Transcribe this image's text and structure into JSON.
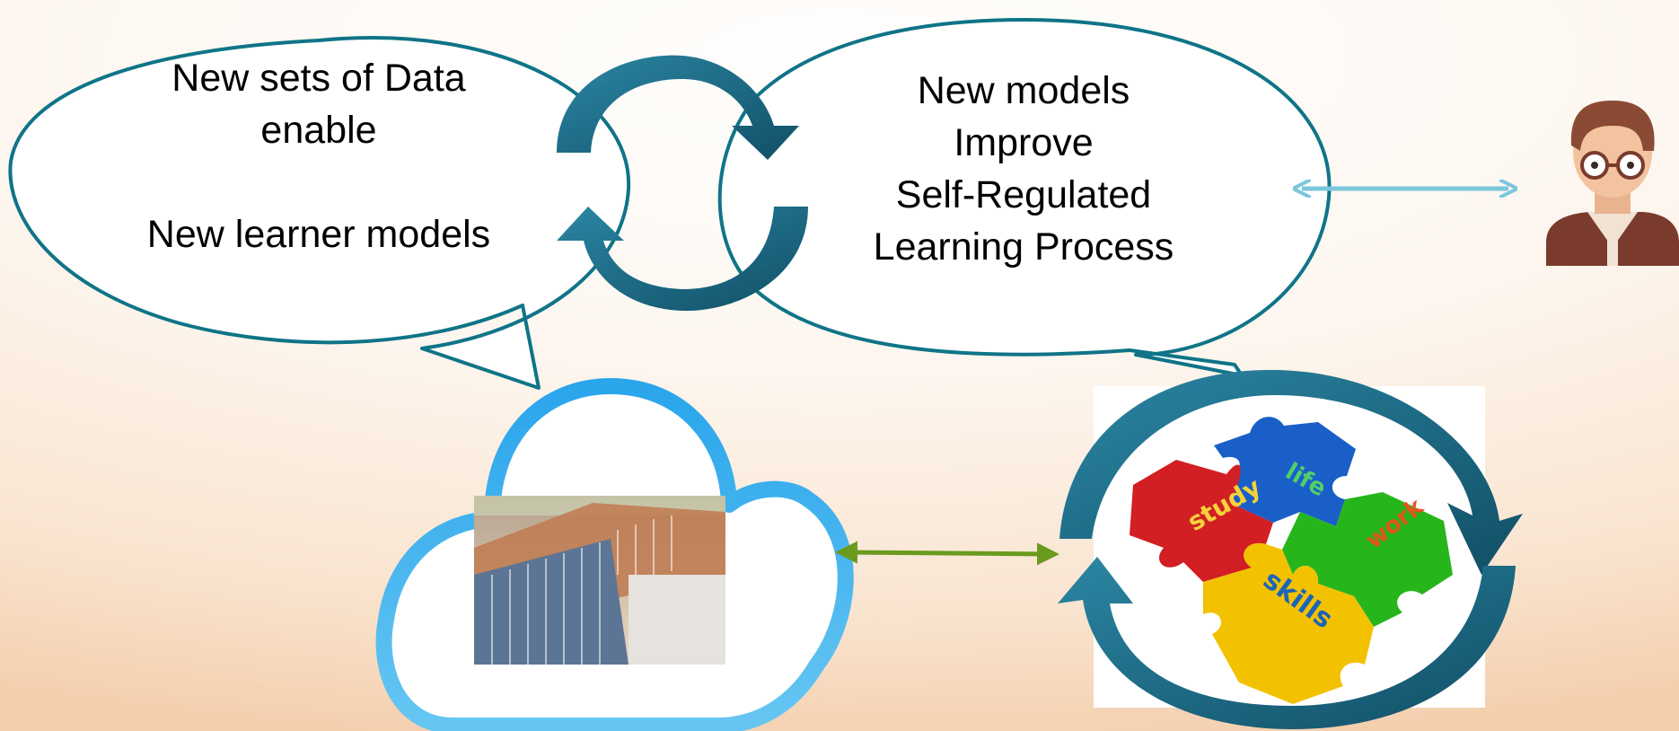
{
  "diagram": {
    "left_bubble": {
      "line1": "New sets of Data",
      "line2": "enable",
      "line3": "New learner models"
    },
    "right_bubble": {
      "line1": "New models",
      "line2": "Improve",
      "line3": "Self-Regulated",
      "line4": "Learning Process"
    },
    "puzzle": {
      "piece_life": "life",
      "piece_study": "study",
      "piece_work": "work",
      "piece_skills": "skills"
    }
  },
  "colors": {
    "bubble_outline": "#0f7487",
    "cycle_arrow": "#1b6f88",
    "cloud": "#38aeea",
    "arrow_light": "#7cc6dc",
    "arrow_green": "#6a9a1e",
    "puzzle_blue": "#1a5fc8",
    "puzzle_red": "#d21f23",
    "puzzle_green": "#27b51c",
    "puzzle_yellow": "#f2c200"
  }
}
